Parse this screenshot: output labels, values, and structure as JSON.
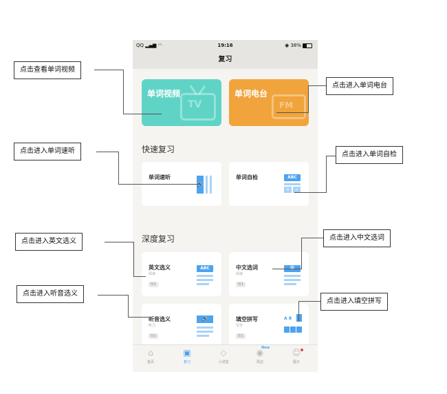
{
  "status_bar": {
    "left": "QQ",
    "time": "19:16",
    "battery": "38%"
  },
  "nav": {
    "title": "复习"
  },
  "feature_cards": {
    "tv": {
      "label": "单词视频",
      "icon_text": "TV"
    },
    "fm": {
      "label": "单词电台",
      "icon_text": "FM"
    }
  },
  "sections": {
    "quick": "快速复习",
    "deep": "深度复习"
  },
  "quick_cards": [
    {
      "title": "单词速听"
    },
    {
      "title": "单词自检",
      "icon_text": "ABC"
    }
  ],
  "deep_cards": [
    {
      "title": "英文选义",
      "sub": "阅读",
      "badge": "0/1",
      "icon_text": "ABC"
    },
    {
      "title": "中文选词",
      "sub": "阅读",
      "badge": "0/1",
      "icon_text": "中"
    },
    {
      "title": "听音选义",
      "sub": "听力",
      "badge": "0/1"
    },
    {
      "title": "填空拼写",
      "sub": "写作",
      "badge": "0/1",
      "icon_text": "A B"
    }
  ],
  "tabs": [
    {
      "label": "首页",
      "icon": "home-icon"
    },
    {
      "label": "复习",
      "icon": "review-icon"
    },
    {
      "label": "小讲堂",
      "icon": "graduation-cap-icon"
    },
    {
      "label": "周边",
      "icon": "eye-icon",
      "badge": "New"
    },
    {
      "label": "圈子",
      "icon": "group-icon"
    }
  ],
  "callouts": {
    "video": "点击查看单词视频",
    "radio": "点击进入单词电台",
    "listen": "点击进入单词速听",
    "selfcheck": "点击进入单词自检",
    "en_choice": "点击进入英文选义",
    "cn_choice": "点击进入中文选词",
    "listen_choice": "点击进入听音选义",
    "spelling": "点击进入填空拼写"
  },
  "colors": {
    "teal": "#5fd4c6",
    "orange": "#f0a43b",
    "blue": "#4ca3ef"
  }
}
